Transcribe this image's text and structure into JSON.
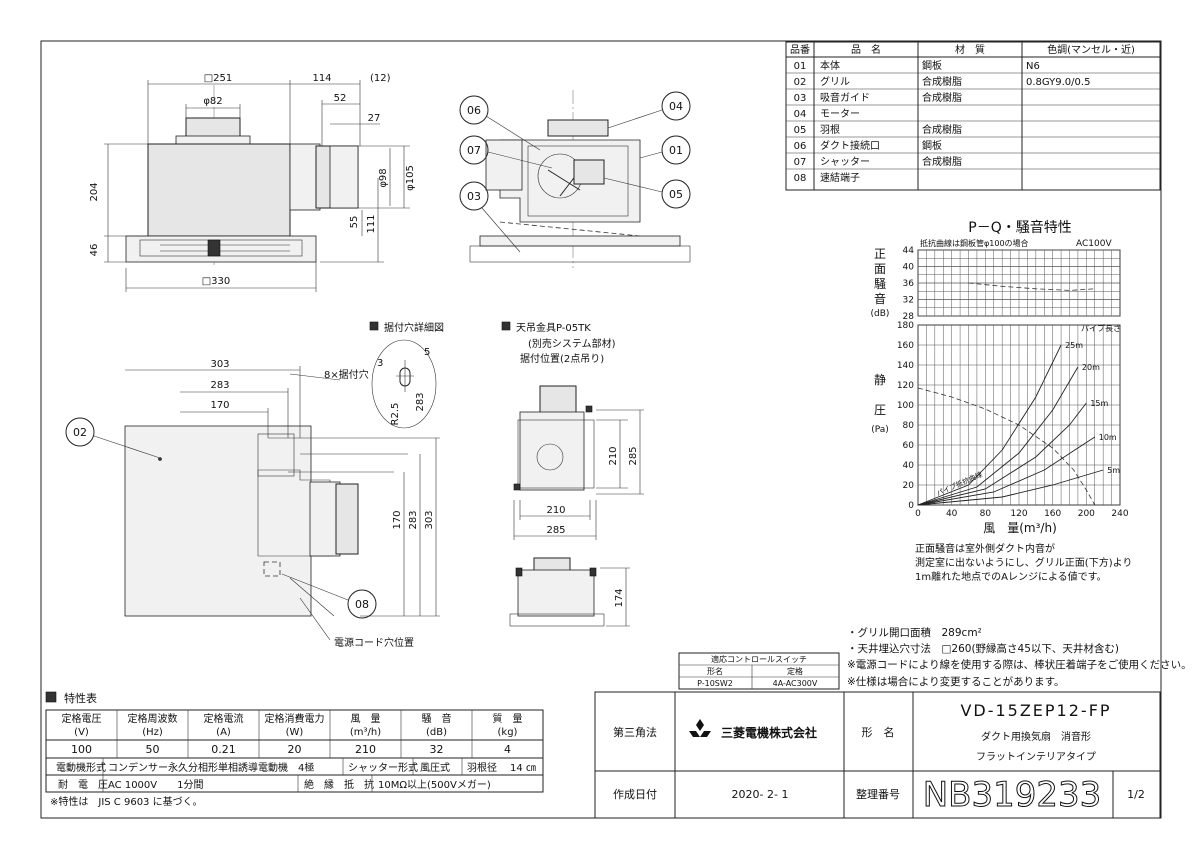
{
  "parts_table": {
    "headers": [
      "品番",
      "品　名",
      "材　質",
      "色調(マンセル・近)"
    ],
    "rows": [
      [
        "01",
        "本体",
        "鋼板",
        "N6"
      ],
      [
        "02",
        "グリル",
        "合成樹脂",
        "0.8GY9.0/0.5"
      ],
      [
        "03",
        "吸音ガイド",
        "合成樹脂",
        ""
      ],
      [
        "04",
        "モーター",
        "",
        ""
      ],
      [
        "05",
        "羽根",
        "合成樹脂",
        ""
      ],
      [
        "06",
        "ダクト接続口",
        "鋼板",
        ""
      ],
      [
        "07",
        "シャッター",
        "合成樹脂",
        ""
      ],
      [
        "08",
        "速結端子",
        "",
        ""
      ]
    ]
  },
  "front_view": {
    "dims": [
      "□251",
      "114",
      "(12)",
      "φ82",
      "52",
      "27",
      "204",
      "φ98",
      "φ105",
      "55",
      "111",
      "46",
      "□330"
    ]
  },
  "part_bubbles": {
    "side": [
      "06",
      "07",
      "03",
      "04",
      "01",
      "05"
    ],
    "plan": [
      "02",
      "08"
    ]
  },
  "plan_view": {
    "dims": [
      "303",
      "283",
      "170",
      "8×据付穴",
      "170",
      "283",
      "303"
    ],
    "cord_label": "電源コード穴位置"
  },
  "mount_hole_detail": {
    "title": "据付穴詳細図",
    "dims": [
      "3",
      "5",
      "R2.5",
      "283"
    ]
  },
  "hanger": {
    "title": "天吊金具P-05TK",
    "sub1": "(別売システム部材)",
    "sub2": "据付位置(2点吊り)",
    "dims": [
      "210",
      "285",
      "210",
      "285",
      "174"
    ]
  },
  "pq_chart": {
    "title": "P－Q・騒音特性",
    "noise_note": "抵抗曲線は鋼板管φ100の場合",
    "voltage": "AC100V",
    "noise_axis_label": [
      "正",
      "面",
      "騒",
      "音"
    ],
    "noise_unit": "(dB)",
    "pressure_axis_label": [
      "静",
      "圧"
    ],
    "pressure_unit": "(Pa)",
    "xlabel": "風　量(m³/h)",
    "pipe_label": "パイプ長さ",
    "pipe_curve_label": "パイプ抵抗曲線",
    "pipe_lengths": [
      "25m",
      "20m",
      "15m",
      "10m",
      "5m"
    ]
  },
  "chart_data": {
    "type": "line",
    "xlabel": "風　量(m³/h)",
    "x_ticks": [
      0,
      40,
      80,
      120,
      160,
      200,
      240
    ],
    "xlim": [
      0,
      240
    ],
    "noise": {
      "ylabel": "正面騒音(dB)",
      "ylim": [
        28,
        44
      ],
      "y_ticks": [
        28,
        32,
        36,
        40,
        44
      ],
      "series": [
        {
          "x": [
            60,
            100,
            140,
            180,
            210
          ],
          "y": [
            36,
            35.2,
            34.6,
            34.2,
            34.6
          ]
        }
      ]
    },
    "pressure": {
      "ylabel": "静圧(Pa)",
      "ylim": [
        0,
        180
      ],
      "y_ticks": [
        0,
        20,
        40,
        60,
        80,
        100,
        120,
        140,
        160,
        180
      ],
      "pq_curve": {
        "x": [
          0,
          40,
          80,
          120,
          160,
          185,
          200,
          210
        ],
        "y": [
          117,
          108,
          96,
          80,
          57,
          35,
          15,
          0
        ]
      },
      "pipe_curves": [
        {
          "name": "25m",
          "x": [
            0,
            60,
            100,
            140,
            170
          ],
          "y": [
            0,
            20,
            55,
            108,
            160
          ]
        },
        {
          "name": "20m",
          "x": [
            0,
            70,
            120,
            160,
            190
          ],
          "y": [
            0,
            18,
            52,
            95,
            138
          ]
        },
        {
          "name": "15m",
          "x": [
            0,
            80,
            140,
            180,
            200
          ],
          "y": [
            0,
            16,
            48,
            80,
            102
          ]
        },
        {
          "name": "10m",
          "x": [
            0,
            90,
            150,
            190,
            210
          ],
          "y": [
            0,
            13,
            35,
            57,
            68
          ]
        },
        {
          "name": "5m",
          "x": [
            0,
            100,
            160,
            200,
            220
          ],
          "y": [
            0,
            8,
            20,
            30,
            35
          ]
        }
      ]
    }
  },
  "chart_note": {
    "line1": "正面騒音は室外側ダクト内音が",
    "line2": "測定室に出ないようにし、グリル正面(下方)より",
    "line3": "1m離れた地点でのAレンジによる値です。"
  },
  "notes": [
    "・グリル開口面積　289cm²",
    "・天井埋込穴寸法　□260(野縁高さ45以下、天井材含む)",
    "※電源コードにより線を使用する際は、棒状圧着端子をご使用ください。",
    "※仕様は場合により変更することがあります。"
  ],
  "control_switch": {
    "title": "適応コントロールスイッチ",
    "headers": [
      "形名",
      "定格"
    ],
    "row": [
      "P-10SW2",
      "4A-AC300V"
    ]
  },
  "spec": {
    "title": "特性表",
    "headers": [
      [
        "定格電圧",
        "(V)"
      ],
      [
        "定格周波数",
        "(Hz)"
      ],
      [
        "定格電流",
        "(A)"
      ],
      [
        "定格消費電力",
        "(W)"
      ],
      [
        "風　量",
        "(m³/h)"
      ],
      [
        "騒　音",
        "(dB)"
      ],
      [
        "質　量",
        "(kg)"
      ]
    ],
    "values": [
      "100",
      "50",
      "0.21",
      "20",
      "210",
      "32",
      "4"
    ],
    "row3": {
      "motor_label": "電動機形式",
      "motor_value": "コンデンサー永久分相形単相誘導電動機　4極",
      "shutter_label": "シャッター形式",
      "shutter_value": "風圧式",
      "blade_label": "羽根径",
      "blade_value": "14 ㎝"
    },
    "row4": {
      "withstand_label": "耐　電　圧",
      "withstand_value": "AC 1000V　　1分間",
      "insulation_label": "絶　縁　抵　抗",
      "insulation_value": "10MΩ以上(500Vメガー)"
    },
    "footnote": "※特性は　JIS C 9603 に基づく。"
  },
  "title_block": {
    "projection": "第三角法",
    "company": "三菱電機株式会社",
    "model_label": "形　名",
    "model": "VD-15ZEP12-FP",
    "desc1": "ダクト用換気扇　消音形",
    "desc2": "フラットインテリアタイプ",
    "date_label": "作成日付",
    "date": "2020- 2- 1",
    "doc_label": "整理番号",
    "doc_no": "NB319233",
    "page": "1/2"
  }
}
